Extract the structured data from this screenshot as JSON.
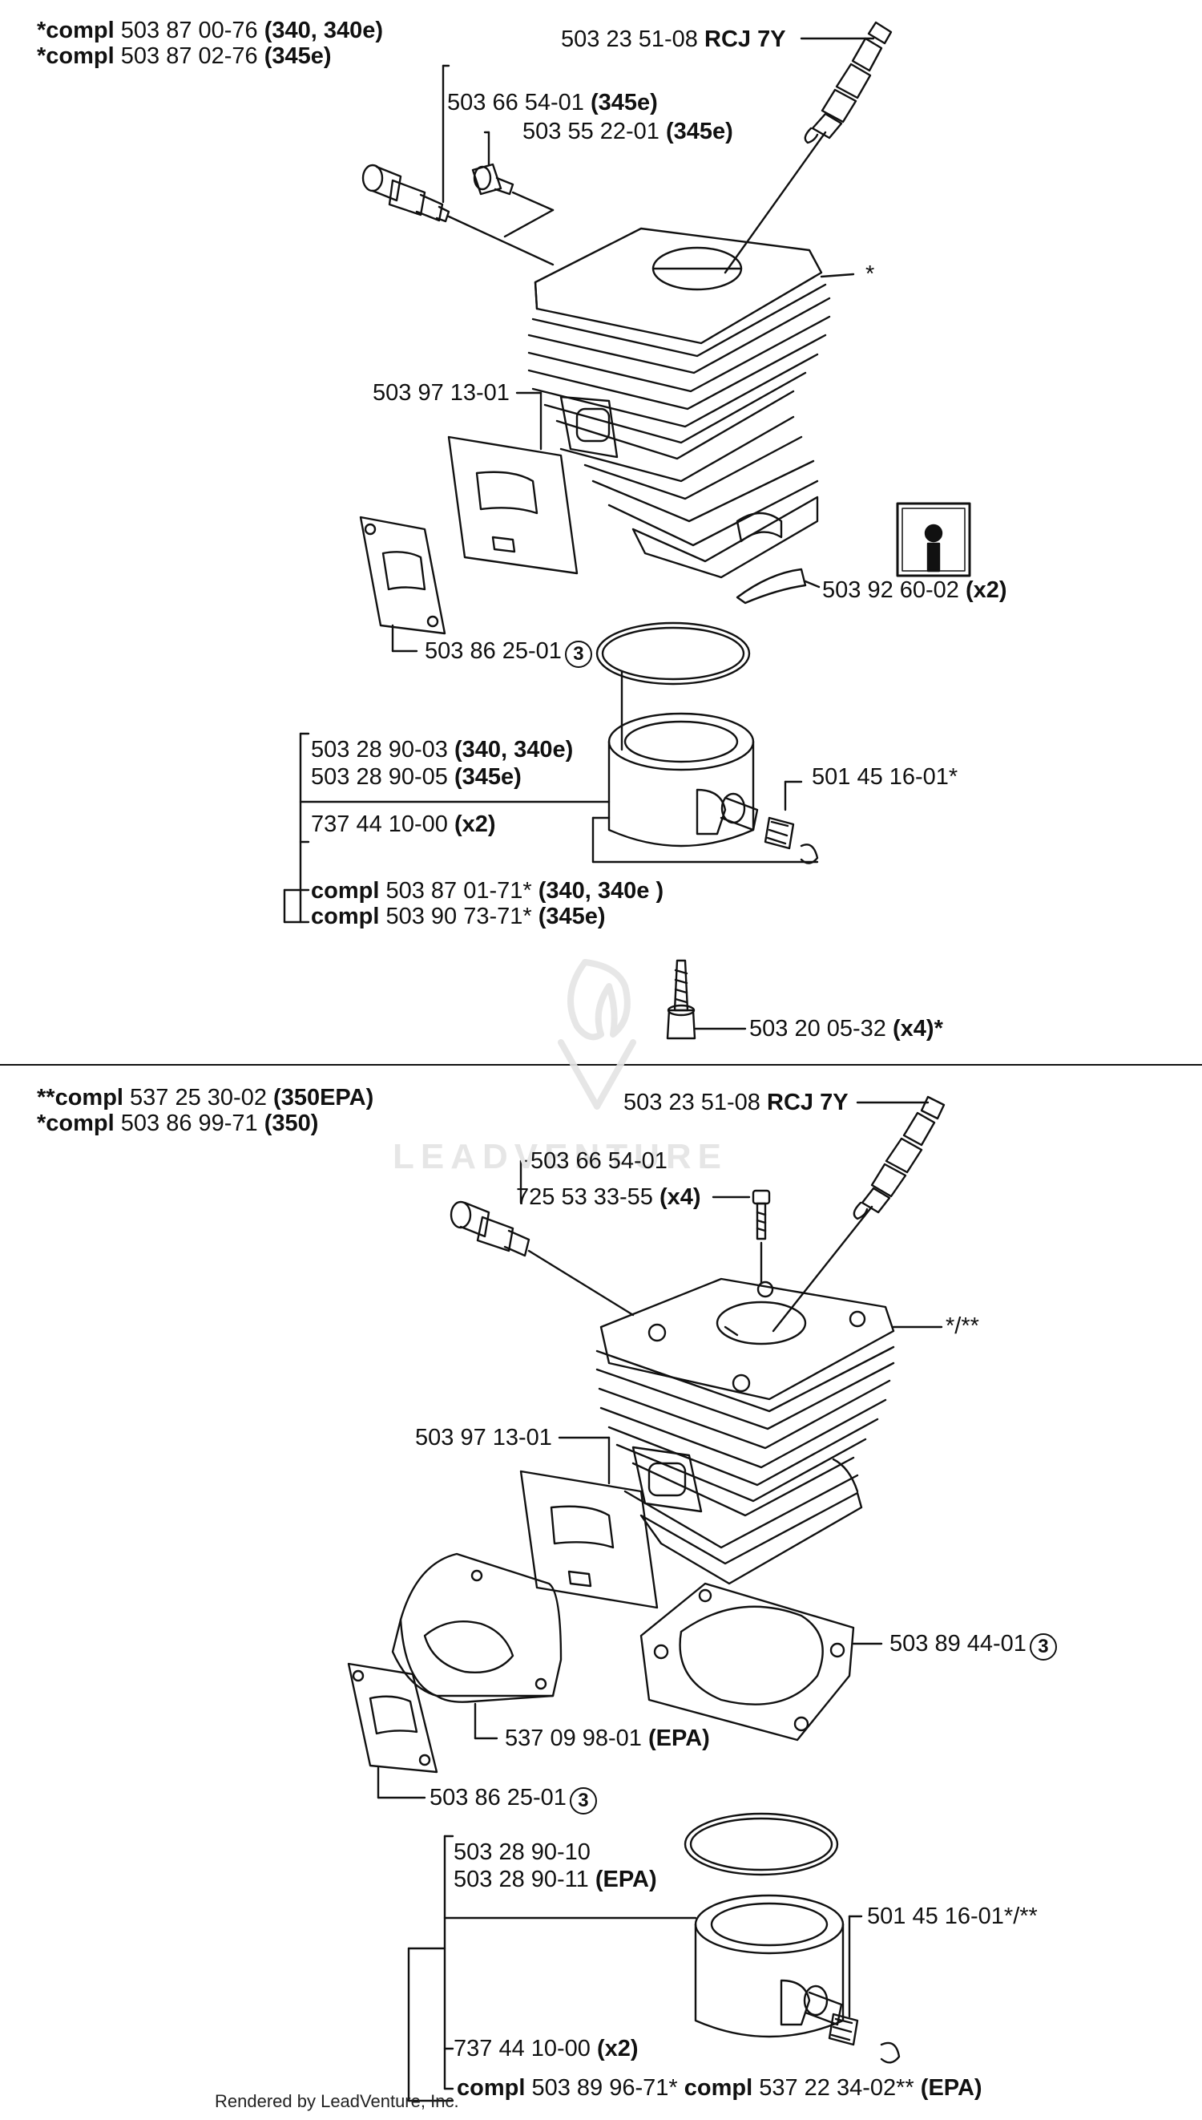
{
  "top": {
    "header": [
      {
        "prefix": "*compl",
        "part": "503 87 00-76",
        "model": "(340, 340e)"
      },
      {
        "prefix": "*compl",
        "part": "503 87 02-76",
        "model": "(345e)"
      }
    ],
    "spark_plug": {
      "part": "503 23 51-08",
      "model": "RCJ 7Y"
    },
    "decomp_valve": {
      "part": "503 66 54-01",
      "model": "(345e)"
    },
    "plug_screw": {
      "part": "503 55 22-01",
      "model": "(345e)"
    },
    "cylinder_ref": "*",
    "gasket": "503 97 13-01",
    "flange_gasket": {
      "part": "503 86 25-01",
      "circle": "3"
    },
    "tool": {
      "part": "503 92 60-02",
      "qty": "(x2)"
    },
    "piston_a": {
      "part": "503 28 90-03",
      "model": "(340, 340e)"
    },
    "piston_b": {
      "part": "503 28 90-05",
      "model": "(345e)"
    },
    "bearing": "501 45 16-01*",
    "circlip": {
      "part": "737 44 10-00",
      "qty": "(x2)"
    },
    "compl_a": {
      "prefix": "compl",
      "part": "503 87 01-71*",
      "model": "(340, 340e )"
    },
    "compl_b": {
      "prefix": "compl",
      "part": "503 90 73-71*",
      "model": "(345e)"
    },
    "screw": {
      "part": "503 20 05-32",
      "qty": "(x4)*"
    }
  },
  "bottom": {
    "header": [
      {
        "prefix": "**compl",
        "part": "537 25 30-02",
        "model": "(350EPA)"
      },
      {
        "prefix": "*compl",
        "part": "503 86 99-71",
        "model": "(350)"
      }
    ],
    "spark_plug": {
      "part": "503 23 51-08",
      "model": "RCJ 7Y"
    },
    "decomp_valve": "503 66 54-01",
    "screw": {
      "part": "725 53 33-55",
      "qty": "(x4)"
    },
    "cylinder_ref": "*/**",
    "gasket": "503 97 13-01",
    "base_gasket": {
      "part": "503 89 44-01",
      "circle": "3"
    },
    "heat_shield": {
      "part": "537 09 98-01",
      "model": "(EPA)"
    },
    "flange_gasket": {
      "part": "503 86 25-01",
      "circle": "3"
    },
    "piston_a": "503 28 90-10",
    "piston_b": {
      "part": "503 28 90-11",
      "model": "(EPA)"
    },
    "bearing": "501 45 16-01*/**",
    "circlip": {
      "part": "737 44 10-00",
      "qty": "(x2)"
    },
    "compl": {
      "prefix1": "compl",
      "part1": "503 89 96-71*",
      "prefix2": "compl",
      "part2": "537 22 34-02**",
      "model": "(EPA)"
    }
  },
  "footer": "Rendered by LeadVenture, Inc.",
  "watermark": "LEADVENTURE"
}
